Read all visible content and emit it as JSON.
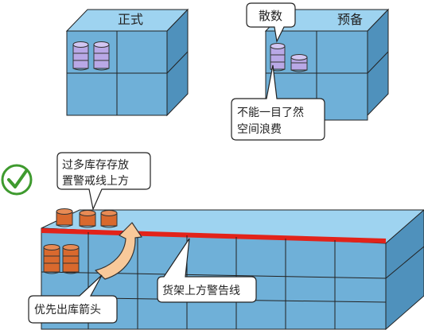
{
  "shelf_formal": {
    "label": "正式"
  },
  "shelf_backup": {
    "label": "预备"
  },
  "callout_scattered": {
    "text": "散数"
  },
  "callout_waste": {
    "line1": "不能一目了然",
    "line2": "空间浪费"
  },
  "callout_above": {
    "line1": "过多库存存放",
    "line2": "置警戒线上方"
  },
  "label_warning_line": {
    "text": "货架上方警告线"
  },
  "label_fifo_arrow": {
    "text": "优先出库箭头"
  },
  "colors": {
    "shelf_front": "#6fb0d8",
    "shelf_top": "#9ed3f0",
    "shelf_side": "#4f91bc",
    "barrel_purple": "#b9a8e6",
    "barrel_orange": "#d9692e",
    "warning_line": "#e2231a",
    "arrow_fill": "#f8c99a",
    "check_green": "#3e9a2e"
  }
}
